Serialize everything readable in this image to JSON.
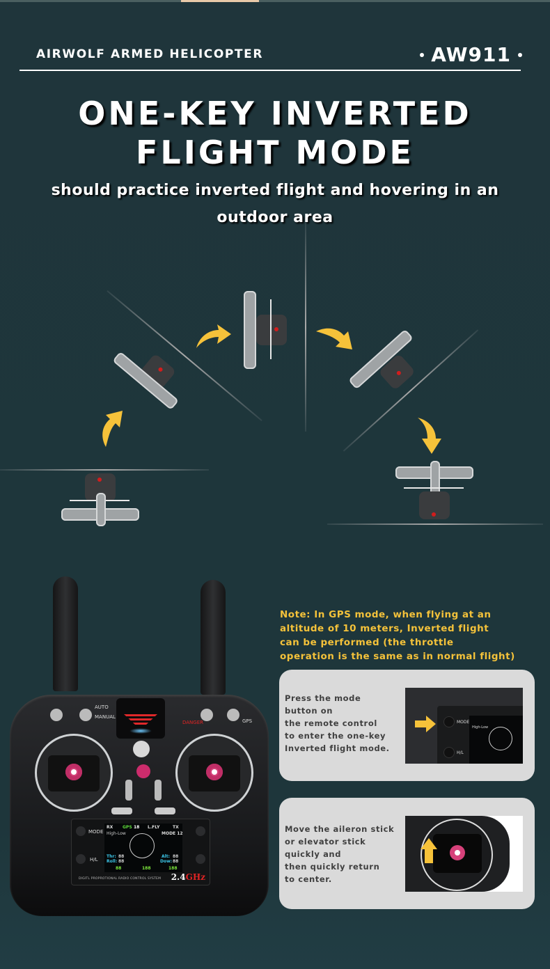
{
  "header": {
    "product_line": "AIRWOLF ARMED HELICOPTER",
    "model": "AW911"
  },
  "hero": {
    "title_line1": "ONE-KEY INVERTED",
    "title_line2": "FLIGHT MODE",
    "subtitle": "should practice inverted flight and hovering in an outdoor area"
  },
  "illustration": {
    "sequence": [
      "helicopter-upright",
      "helicopter-tilted-45",
      "helicopter-sideways-90",
      "helicopter-tilted-135",
      "helicopter-inverted"
    ],
    "arrow_color": "#f6c23a"
  },
  "controller": {
    "switch_labels": {
      "auto": "AUTO",
      "manual": "MANUAL",
      "danger": "DANGER",
      "gps": "GPS"
    },
    "buttons": {
      "mode": "MODE",
      "hl": "H/L"
    },
    "screen": {
      "rx": "RX",
      "gps": "GPS",
      "gps_count": "18",
      "fly": "L.FLY",
      "tx": "TX",
      "high_low": "High-Low",
      "mode": "MODE 12",
      "thr_label": "Thr:",
      "thr_value": "88",
      "roll_label": "Roll:",
      "roll_value": "88",
      "alt_label": "Alt:",
      "alt_value": "88",
      "dow_label": "Dow:",
      "dow_value": "88",
      "speed": "88",
      "distance": "188",
      "direction": "188"
    },
    "footer": "DIGITL PROPROTIONAL RADIO CONTROL SYSTEM",
    "band_white": "2.4",
    "band_red": "GHz"
  },
  "note": {
    "text": "Note: In GPS mode, when flying at an\naltitude of 10 meters, Inverted flight\ncan be performed (the throttle\noperation is the same as in normal flight)"
  },
  "steps": [
    {
      "text": "Press the mode\nbutton on\nthe remote control\nto enter the one-key\nInverted flight mode.",
      "image_label_mode": "MODE",
      "image_label_hl": "H/L",
      "image_high_low": "High-Low"
    },
    {
      "text": "Move the aileron stick\nor elevator stick\nquickly and\nthen quickly return\nto center."
    }
  ],
  "colors": {
    "background": "#1e363b",
    "accent_yellow": "#f4c23a",
    "card_bg": "#dadada",
    "card_text": "#3f3f3f",
    "stick_pink": "#d6417a"
  }
}
